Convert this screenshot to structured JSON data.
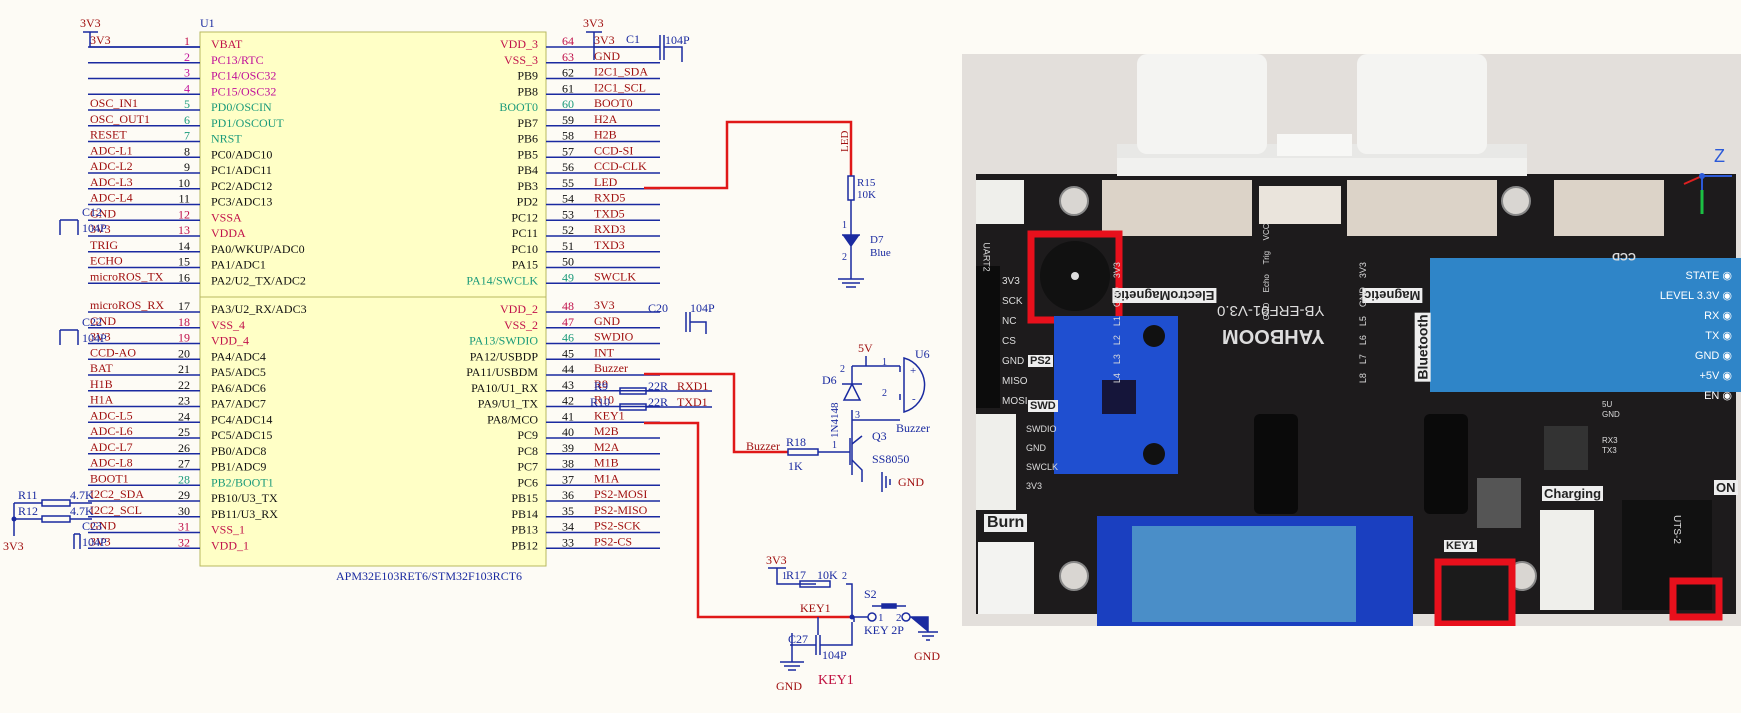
{
  "schematic": {
    "chip": {
      "ref": "U1",
      "part": "APM32E103RET6/STM32F103RCT6",
      "left_pins": [
        {
          "num": "1",
          "name": "VBAT",
          "net": "3V3",
          "color": "#c0104a"
        },
        {
          "num": "2",
          "name": "PC13/RTC",
          "net": "",
          "color": "#c0109a"
        },
        {
          "num": "3",
          "name": "PC14/OSC32",
          "net": "",
          "color": "#c0109a"
        },
        {
          "num": "4",
          "name": "PC15/OSC32",
          "net": "",
          "color": "#c0109a"
        },
        {
          "num": "5",
          "name": "PD0/OSCIN",
          "net": "OSC_IN1",
          "color": "#1a9a7a"
        },
        {
          "num": "6",
          "name": "PD1/OSCOUT",
          "net": "OSC_OUT1",
          "color": "#1a9a7a"
        },
        {
          "num": "7",
          "name": "NRST",
          "net": "RESET",
          "color": "#1a9a7a"
        },
        {
          "num": "8",
          "name": "PC0/ADC10",
          "net": "ADC-L1",
          "color": "#111111"
        },
        {
          "num": "9",
          "name": "PC1/ADC11",
          "net": "ADC-L2",
          "color": "#111111"
        },
        {
          "num": "10",
          "name": "PC2/ADC12",
          "net": "ADC-L3",
          "color": "#111111"
        },
        {
          "num": "11",
          "name": "PC3/ADC13",
          "net": "ADC-L4",
          "color": "#111111"
        },
        {
          "num": "12",
          "name": "VSSA",
          "net": "GND",
          "color": "#c0104a"
        },
        {
          "num": "13",
          "name": "VDDA",
          "net": "3V3",
          "color": "#c0104a"
        },
        {
          "num": "14",
          "name": "PA0/WKUP/ADC0",
          "net": "TRIG",
          "color": "#111111"
        },
        {
          "num": "15",
          "name": "PA1/ADC1",
          "net": "ECHO",
          "color": "#111111"
        },
        {
          "num": "16",
          "name": "PA2/U2_TX/ADC2",
          "net": "microROS_TX",
          "color": "#111111"
        },
        {
          "num": "17",
          "name": "PA3/U2_RX/ADC3",
          "net": "microROS_RX",
          "color": "#111111"
        },
        {
          "num": "18",
          "name": "VSS_4",
          "net": "GND",
          "color": "#c0104a"
        },
        {
          "num": "19",
          "name": "VDD_4",
          "net": "3V3",
          "color": "#c0104a"
        },
        {
          "num": "20",
          "name": "PA4/ADC4",
          "net": "CCD-AO",
          "color": "#111111"
        },
        {
          "num": "21",
          "name": "PA5/ADC5",
          "net": "BAT",
          "color": "#111111"
        },
        {
          "num": "22",
          "name": "PA6/ADC6",
          "net": "H1B",
          "color": "#111111"
        },
        {
          "num": "23",
          "name": "PA7/ADC7",
          "net": "H1A",
          "color": "#111111"
        },
        {
          "num": "24",
          "name": "PC4/ADC14",
          "net": "ADC-L5",
          "color": "#111111"
        },
        {
          "num": "25",
          "name": "PC5/ADC15",
          "net": "ADC-L6",
          "color": "#111111"
        },
        {
          "num": "26",
          "name": "PB0/ADC8",
          "net": "ADC-L7",
          "color": "#111111"
        },
        {
          "num": "27",
          "name": "PB1/ADC9",
          "net": "ADC-L8",
          "color": "#111111"
        },
        {
          "num": "28",
          "name": "PB2/BOOT1",
          "net": "BOOT1",
          "color": "#1a9a7a"
        },
        {
          "num": "29",
          "name": "PB10/U3_TX",
          "net": "I2C2_SDA",
          "color": "#111111"
        },
        {
          "num": "30",
          "name": "PB11/U3_RX",
          "net": "I2C2_SCL",
          "color": "#111111"
        },
        {
          "num": "31",
          "name": "VSS_1",
          "net": "GND",
          "color": "#c0104a"
        },
        {
          "num": "32",
          "name": "VDD_1",
          "net": "3V3",
          "color": "#c0104a"
        }
      ],
      "right_pins": [
        {
          "num": "64",
          "name": "VDD_3",
          "net": "3V3",
          "color": "#c0104a"
        },
        {
          "num": "63",
          "name": "VSS_3",
          "net": "GND",
          "color": "#c0104a"
        },
        {
          "num": "62",
          "name": "PB9",
          "net": "I2C1_SDA",
          "color": "#111111"
        },
        {
          "num": "61",
          "name": "PB8",
          "net": "I2C1_SCL",
          "color": "#111111"
        },
        {
          "num": "60",
          "name": "BOOT0",
          "net": "BOOT0",
          "color": "#1a9a7a"
        },
        {
          "num": "59",
          "name": "PB7",
          "net": "H2A",
          "color": "#111111"
        },
        {
          "num": "58",
          "name": "PB6",
          "net": "H2B",
          "color": "#111111"
        },
        {
          "num": "57",
          "name": "PB5",
          "net": "CCD-SI",
          "color": "#111111"
        },
        {
          "num": "56",
          "name": "PB4",
          "net": "CCD-CLK",
          "color": "#111111"
        },
        {
          "num": "55",
          "name": "PB3",
          "net": "LED",
          "color": "#111111"
        },
        {
          "num": "54",
          "name": "PD2",
          "net": "RXD5",
          "color": "#111111"
        },
        {
          "num": "53",
          "name": "PC12",
          "net": "TXD5",
          "color": "#111111"
        },
        {
          "num": "52",
          "name": "PC11",
          "net": "RXD3",
          "color": "#111111"
        },
        {
          "num": "51",
          "name": "PC10",
          "net": "TXD3",
          "color": "#111111"
        },
        {
          "num": "50",
          "name": "PA15",
          "net": "",
          "color": "#111111"
        },
        {
          "num": "49",
          "name": "PA14/SWCLK",
          "net": "SWCLK",
          "color": "#1a9a7a"
        },
        {
          "num": "48",
          "name": "VDD_2",
          "net": "3V3",
          "color": "#c0104a"
        },
        {
          "num": "47",
          "name": "VSS_2",
          "net": "GND",
          "color": "#c0104a"
        },
        {
          "num": "46",
          "name": "PA13/SWDIO",
          "net": "SWDIO",
          "color": "#1a9a7a"
        },
        {
          "num": "45",
          "name": "PA12/USBDP",
          "net": "INT",
          "color": "#111111"
        },
        {
          "num": "44",
          "name": "PA11/USBDM",
          "net": "Buzzer",
          "color": "#111111"
        },
        {
          "num": "43",
          "name": "PA10/U1_RX",
          "net": "R9",
          "color": "#111111"
        },
        {
          "num": "42",
          "name": "PA9/U1_TX",
          "net": "R10",
          "color": "#111111"
        },
        {
          "num": "41",
          "name": "PA8/MCO",
          "net": "KEY1",
          "color": "#111111"
        },
        {
          "num": "40",
          "name": "PC9",
          "net": "M2B",
          "color": "#111111"
        },
        {
          "num": "39",
          "name": "PC8",
          "net": "M2A",
          "color": "#111111"
        },
        {
          "num": "38",
          "name": "PC7",
          "net": "M1B",
          "color": "#111111"
        },
        {
          "num": "37",
          "name": "PC6",
          "net": "M1A",
          "color": "#111111"
        },
        {
          "num": "36",
          "name": "PB15",
          "net": "PS2-MOSI",
          "color": "#111111"
        },
        {
          "num": "35",
          "name": "PB14",
          "net": "PS2-MISO",
          "color": "#111111"
        },
        {
          "num": "34",
          "name": "PB13",
          "net": "PS2-SCK",
          "color": "#111111"
        },
        {
          "num": "33",
          "name": "PB12",
          "net": "PS2-CS",
          "color": "#111111"
        }
      ]
    },
    "labels": {
      "v3_top_left": "3V3",
      "v3_top_right": "3V3",
      "c1": "C1",
      "c1_val": "104P",
      "c12": "C12",
      "c12_val": "104P",
      "c22": "C22",
      "c22_val": "104P",
      "c23": "C23",
      "c23_val": "104P",
      "c20": "C20",
      "c20_val": "104P",
      "r11": "R11",
      "r11_val": "4.7K",
      "r12": "R12",
      "r12_val": "4.7K",
      "v3_bottom_left": "3V3",
      "led_net": "LED",
      "r15": "R15",
      "r15_val": "10K",
      "pin1": "1",
      "pin2": "2",
      "d7": "D7",
      "d7_color": "Blue",
      "v5": "5V",
      "d6": "D6",
      "d6_part": "1N4148",
      "u6": "U6",
      "u6_name": "Buzzer",
      "q3": "Q3",
      "q3_part": "SS8050",
      "buzzer_net": "Buzzer",
      "r18": "R18",
      "r18_val": "1K",
      "gnd": "GND",
      "plus": "+",
      "minus": "-",
      "r9": "R9",
      "r9_val": "22R",
      "r9_net": "RXD1",
      "r10": "R10",
      "r10_val": "22R",
      "r10_net": "TXD1",
      "v3_key": "3V3",
      "r17": "R17",
      "r17_val": "10K",
      "key1_net": "KEY1",
      "s2": "S2",
      "s2_part": "KEY 2P",
      "c27": "C27",
      "c27_val": "104P",
      "key1_caption": "KEY1",
      "n1": "1",
      "n2": "2",
      "n3": "3"
    }
  },
  "board": {
    "silkscreen": {
      "brand": "YAHBOOM",
      "model": "YB-ERF01-V3.0",
      "electromagnetic": "ElectroMagnetic",
      "magnetic": "Magnetic",
      "bluetooth": "Bluetooth",
      "ps2": "PS2",
      "swd": "SWD",
      "burn": "Burn",
      "charging": "Charging",
      "key1": "KEY1",
      "on": "ON",
      "uart2": "UART2",
      "ccd": "CCD",
      "z_axis": "Z",
      "ps2_pins": [
        "3V3",
        "SCK",
        "NC",
        "CS",
        "GND",
        "MISO",
        "MOSI"
      ],
      "swd_pins": [
        "SWDIO",
        "GND",
        "SWCLK",
        "3V3"
      ],
      "ultra_pins": [
        "GND",
        "Echo",
        "Trig",
        "VCC"
      ],
      "em_pins": [
        "L4",
        "L3",
        "L2",
        "L1",
        "GND",
        "3V3"
      ],
      "mag_pins": [
        "L8",
        "L7",
        "L6",
        "L5",
        "GND",
        "3V3"
      ],
      "bt_pins": [
        "STATE",
        "LEVEL 3.3V",
        "RX",
        "TX",
        "GND",
        "+5V",
        "EN"
      ],
      "misc": [
        "TX3",
        "RX3",
        "5U",
        "GND",
        "UTS-2"
      ]
    },
    "highlight_color": "#e8101c",
    "pcb_color": "#1d1b1c",
    "bt_color": "#2f85c8",
    "imu_color": "#1f4fd0"
  }
}
